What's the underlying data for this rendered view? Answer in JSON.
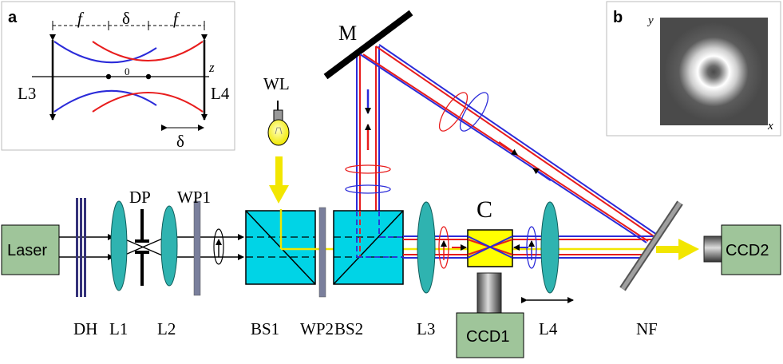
{
  "colors": {
    "blue_beam": "#2b2bd9",
    "red_beam": "#e81c1c",
    "yellow_beam": "#f2e600",
    "cyan_optic": "#00d4e6",
    "lens_fill": "#2fb3b0",
    "box_fill": "#9fc59a",
    "plate_blue": "#35327a",
    "plate_gray": "#7a7f9c",
    "cell_yellow": "#ffff00"
  },
  "panel_a": {
    "label": "a",
    "f_left": "f",
    "delta_top": "δ",
    "f_right": "f",
    "z_axis": "z",
    "origin": "0",
    "lens_left": "L3",
    "lens_right": "L4",
    "delta_bottom": "δ"
  },
  "panel_b": {
    "label": "b",
    "y_axis": "y",
    "x_axis": "x"
  },
  "components": {
    "laser": "Laser",
    "dh": "DH",
    "l1": "L1",
    "dp": "DP",
    "l2": "L2",
    "wp1": "WP1",
    "wl": "WL",
    "bs1": "BS1",
    "wp2": "WP2",
    "bs2": "BS2",
    "mirror": "M",
    "l3": "L3",
    "cell": "C",
    "ccd1": "CCD1",
    "l4": "L4",
    "nf": "NF",
    "ccd2": "CCD2"
  }
}
